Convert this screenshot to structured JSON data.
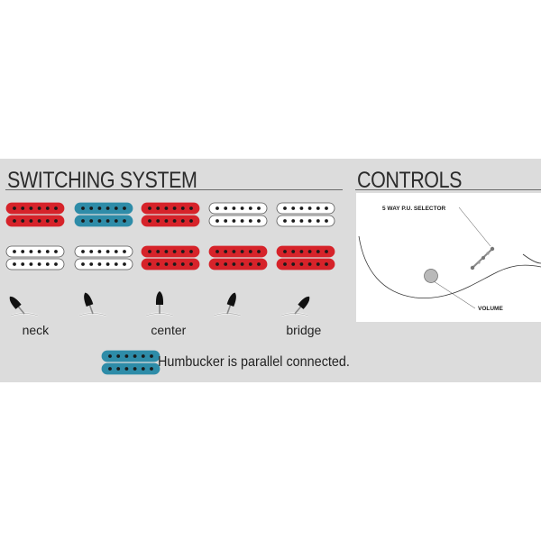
{
  "switching": {
    "title": "SWITCHING SYSTEM",
    "colors": {
      "red": "#d6232a",
      "blue": "#2e8ca8",
      "white": "#ffffff",
      "dot": "#1a1a1a"
    },
    "positions": [
      {
        "label": "neck",
        "lever_angle": -40,
        "neck_pickup": [
          "red",
          "red"
        ],
        "bridge_pickup": [
          "white",
          "white"
        ]
      },
      {
        "label": "",
        "lever_angle": -20,
        "neck_pickup": [
          "blue",
          "blue"
        ],
        "bridge_pickup": [
          "white",
          "white"
        ]
      },
      {
        "label": "center",
        "lever_angle": 0,
        "neck_pickup": [
          "red",
          "red"
        ],
        "bridge_pickup": [
          "red",
          "red"
        ]
      },
      {
        "label": "",
        "lever_angle": 20,
        "neck_pickup": [
          "white",
          "white"
        ],
        "bridge_pickup": [
          "red",
          "red"
        ]
      },
      {
        "label": "bridge",
        "lever_angle": 40,
        "neck_pickup": [
          "white",
          "white"
        ],
        "bridge_pickup": [
          "red",
          "red"
        ]
      }
    ],
    "legend": {
      "text": "Humbucker is parallel connected.",
      "color": "blue"
    }
  },
  "controls": {
    "title": "CONTROLS",
    "selector_label": "5 WAY P.U. SELECTOR",
    "volume_label": "VOLUME"
  }
}
